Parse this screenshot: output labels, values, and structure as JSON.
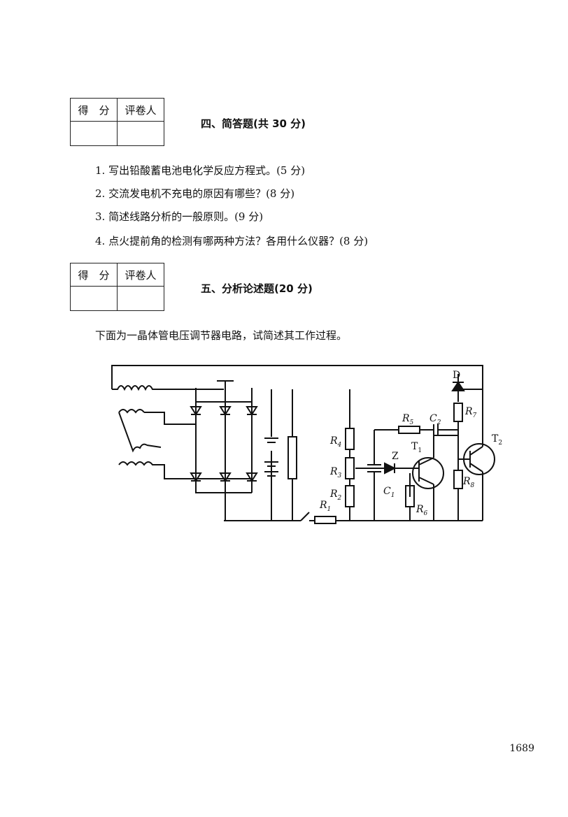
{
  "section4": {
    "score_label": "得　分",
    "grader_label": "评卷人",
    "title": "四、简答题(共 30 分)",
    "questions": [
      "1. 写出铅酸蓄电池电化学反应方程式。(5 分)",
      "2. 交流发电机不充电的原因有哪些？(8 分)",
      "3. 简述线路分析的一般原则。(9 分)",
      "4. 点火提前角的检测有哪两种方法？各用什么仪器？(8 分)"
    ]
  },
  "section5": {
    "score_label": "得　分",
    "grader_label": "评卷人",
    "title": "五、分析论述题(20 分)",
    "intro": "下面为一晶体管电压调节器电路，试简述其工作过程。"
  },
  "circuit": {
    "labels": {
      "D": "D",
      "R7": "7",
      "R5": "5",
      "C2": "2",
      "T1": "1",
      "T2": "2",
      "R4": "4",
      "R3": "3",
      "R2": "2",
      "R1": "1",
      "C1": "1",
      "R6": "6",
      "R8": "8",
      "Z": "Z"
    }
  },
  "page_number": "1689"
}
